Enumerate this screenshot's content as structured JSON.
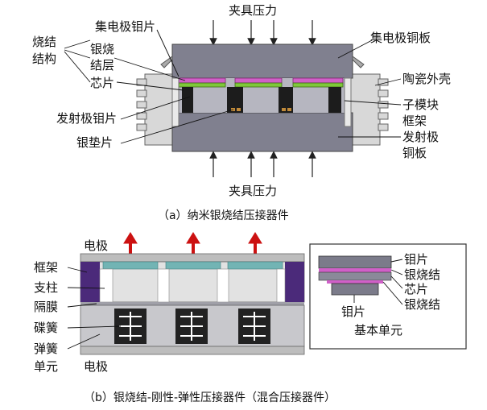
{
  "diagram_a": {
    "caption": "（a）纳米银烧结压接器件",
    "labels": {
      "pressure_top": "夹具压力",
      "pressure_bottom": "夹具压力",
      "sinter_structure_1": "烧结",
      "sinter_structure_2": "结构",
      "collector_chip": "集电极钼片",
      "silver_layer_1": "银烧",
      "silver_layer_2": "结层",
      "chip": "芯片",
      "emitter_mo": "发射极钼片",
      "silver_pad": "银垫片",
      "collector_cu": "集电极铜板",
      "ceramic_shell": "陶瓷外壳",
      "submodule_frame_1": "子模块",
      "submodule_frame_2": "框架",
      "emitter_cu_1": "发射极",
      "emitter_cu_2": "铜板"
    }
  },
  "diagram_b": {
    "caption": "（b）银烧结-刚性-弹性压接器件（混合压接器件）",
    "labels": {
      "electrode_top": "电极",
      "frame": "框架",
      "pillar": "支柱",
      "diaphragm": "隔膜",
      "disc_spring": "碟簧",
      "spring_unit_1": "弹簧",
      "spring_unit_2": "单元",
      "electrode_bottom": "电极"
    },
    "inset": {
      "mo_top": "钼片",
      "silver_top": "银烧结",
      "chip": "芯片",
      "silver_bottom": "银烧结",
      "mo_bottom": "钼片",
      "title": "基本单元"
    }
  },
  "colors": {
    "housing": "#7b7b8a",
    "cu_plate": "#8a8a99",
    "silver": "#d060c8",
    "green": "#7fc83a",
    "chip": "#1c1c1c",
    "ceramic": "#d8d8d8",
    "frame": "#4b2a7a",
    "teal": "#72b4b4",
    "arrow": "#cc1111",
    "spring_bg": "#c8c8cc"
  }
}
